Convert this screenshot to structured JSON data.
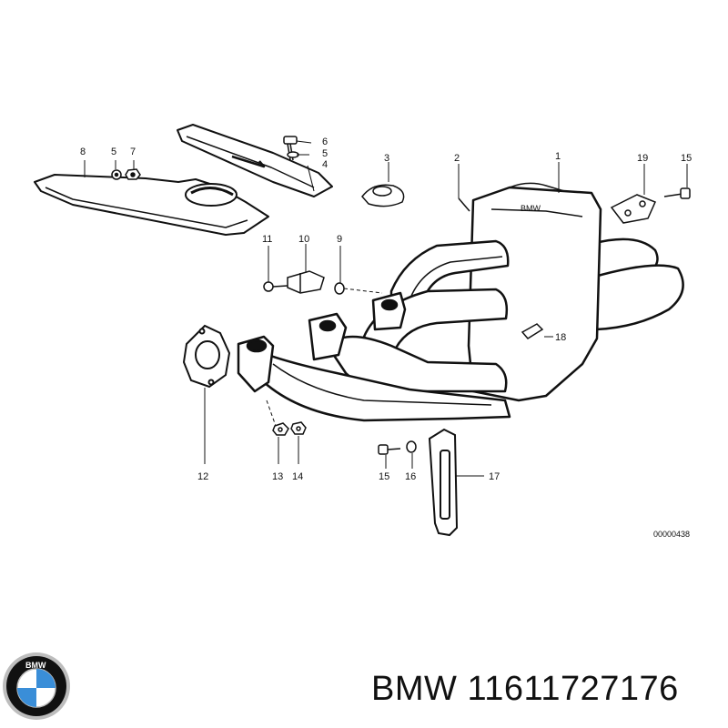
{
  "diagram": {
    "callouts": [
      "1",
      "2",
      "3",
      "4",
      "5",
      "6",
      "7",
      "8",
      "9",
      "10",
      "11",
      "12",
      "13",
      "14",
      "15",
      "16",
      "17",
      "18",
      "19",
      "15"
    ],
    "drawing_code": "00000438"
  },
  "logo": {
    "text": "BMW",
    "colors": {
      "ring": "#111111",
      "blue": "#3a8ed8",
      "white": "#ffffff",
      "chrome": "#bdbdbd"
    }
  },
  "caption": {
    "brand": "BMW",
    "part_number": "11611727176"
  }
}
